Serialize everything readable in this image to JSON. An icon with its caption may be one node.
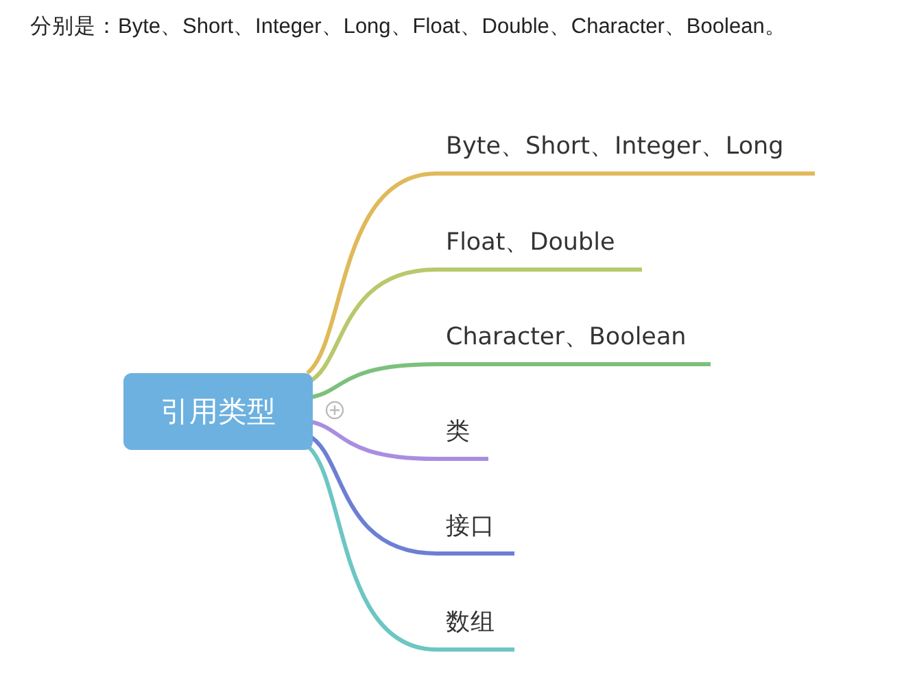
{
  "diagram": {
    "title": "分别是：Byte、Short、Integer、Long、Float、Double、Character、Boolean。",
    "nodes": [
      {
        "text": [
          "引用类型"
        ]
      },
      {
        "text": [
          "Byte、Short、Integer、Long"
        ]
      },
      {
        "text": [
          "Float、Double"
        ]
      },
      {
        "text": [
          "Character、Boolean"
        ]
      },
      {
        "text": [
          "类"
        ]
      },
      {
        "text": [
          "接口"
        ]
      },
      {
        "text": [
          "数组"
        ]
      }
    ],
    "edges": [
      {
        "from": 0,
        "to": 1,
        "arrow": "none",
        "color": "#e0b95a"
      },
      {
        "from": 0,
        "to": 2,
        "arrow": "none",
        "color": "#b7c96c"
      },
      {
        "from": 0,
        "to": 3,
        "arrow": "none",
        "color": "#7cc07c"
      },
      {
        "from": 0,
        "to": 4,
        "arrow": "none",
        "color": "#a88ee0"
      },
      {
        "from": 0,
        "to": 5,
        "arrow": "none",
        "color": "#6c7fd4"
      },
      {
        "from": 0,
        "to": 6,
        "arrow": "none",
        "color": "#6cc6c4"
      }
    ]
  }
}
